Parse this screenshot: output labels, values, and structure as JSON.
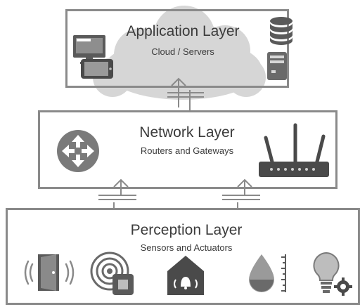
{
  "application_layer": {
    "title": "Application Layer",
    "subtitle": "Cloud / Servers"
  },
  "network_layer": {
    "title": "Network Layer",
    "subtitle": "Routers and Gateways"
  },
  "perception_layer": {
    "title": "Perception Layer",
    "subtitle": "Sensors and Actuators"
  },
  "colors": {
    "border": "#8a8a8a",
    "cloud": "#d6d6d6",
    "icon_dark": "#555555",
    "icon_mid": "#8c8c8c",
    "icon_light": "#c8c8c8"
  },
  "icons": [
    "monitor-icon",
    "tablet-icon",
    "database-icon",
    "server-tower-icon",
    "router-icon",
    "wifi-gateway-icon",
    "door-sensor-icon",
    "proximity-sensor-icon",
    "smart-alarm-icon",
    "humidity-sensor-icon",
    "smart-bulb-icon"
  ]
}
